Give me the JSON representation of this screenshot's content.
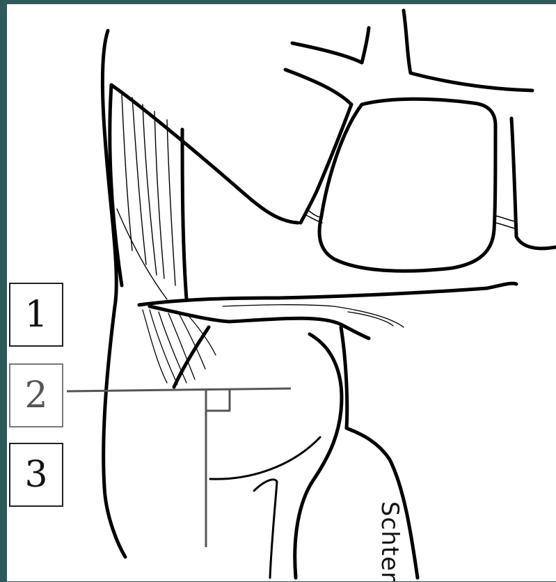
{
  "labels": [
    {
      "text": "1"
    },
    {
      "text": "2"
    },
    {
      "text": "3"
    }
  ],
  "signature": "Schter"
}
